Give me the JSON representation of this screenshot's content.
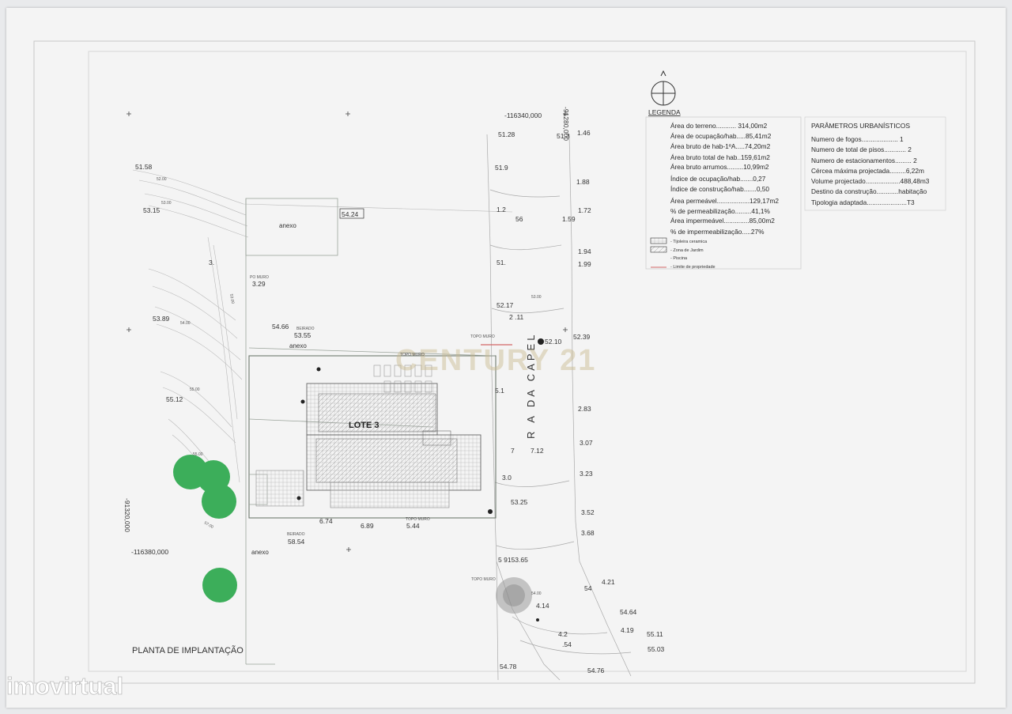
{
  "title": "PLANTA DE IMPLANTAÇÃO",
  "lot_label": "LOTE 3",
  "street_label": "R A DA CAPEL",
  "watermark": "CENTURY 21",
  "site_watermark": "imovirtual",
  "coordinates": {
    "x_top": "-116340,000",
    "x_bottom": "-116380,000",
    "y_top": "-91280,000",
    "y_left": "-91320,000"
  },
  "legend": {
    "title": "LEGENDA",
    "rows": [
      "Área do terreno........... 314,00m2",
      "Área de ocupação/hab.....85,41m2",
      "Área bruto de hab-1ºA.....74,20m2",
      "Área bruto total de hab..159,61m2",
      "Área bruto arrumos.........10,99m2",
      "Índice de ocupação/hab.......0,27",
      "Índice de construção/hab.......0,50",
      "Área permeável..................129,17m2",
      "% de permeabilização.........41,1%",
      "Área impermeável..............85,00m2",
      "% de impermeabilização.....27%"
    ],
    "symbols": [
      "- Tijoleira ceramica",
      "- Zona de Jardim",
      "- Piscina",
      "- Limite de propriedade"
    ]
  },
  "parameters": {
    "title": "PARÂMETROS URBANÍSTICOS",
    "rows": [
      "Numero de fogos.................... 1",
      "Numero de total de pisos............ 2",
      "Numero de estacionamentos......... 2",
      "Cércea máxima projectada.........6,22m",
      "Volume projectado...................488,48m3",
      "Destino da construção............habitação",
      "Tipologia adaptada......................T3"
    ]
  },
  "annex_labels": [
    "anexo",
    "anexo",
    "anexo"
  ],
  "tags": [
    "PO MURO",
    "BEIRADO",
    "TOPO MURO",
    "TOPO MURO",
    "BEIRADO",
    "TOPO MURO",
    "TOPO MURO"
  ],
  "elevations": [
    "51.58",
    "53.15",
    "53.89",
    "55.12",
    "3.29",
    "54.66",
    "53.55",
    "54.24",
    "3.",
    "6.74",
    "6.89",
    "5.44",
    "58.54",
    "51.28",
    "51.3",
    "1.46",
    "51.9",
    "1.88",
    "1.2",
    "56",
    "1.59",
    "1.72",
    "51.",
    "1.94",
    "1.99",
    "52.17",
    "2 .11",
    "52.39",
    "52.10",
    "5.1",
    "2.83",
    "7",
    "7.12",
    "3.07",
    "3.0",
    "3.23",
    "53.25",
    "3.52",
    "3.68",
    "5 9153.65",
    "54",
    "4.21",
    "4.14",
    "54.64",
    "4.2",
    "4.19",
    "55.11",
    ".54",
    "55.03",
    "54.78",
    "54.76"
  ],
  "contour_labels": [
    "52.00",
    "53.00",
    "54.00",
    "55.00",
    "55.00",
    "53.00",
    "54.00",
    "57.00",
    "53.00"
  ]
}
